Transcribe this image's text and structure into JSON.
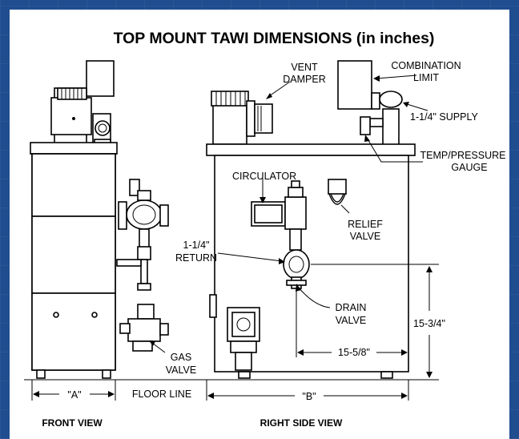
{
  "title": "TOP MOUNT TAWI DIMENSIONS (in inches)",
  "captions": {
    "front": "FRONT VIEW",
    "side": "RIGHT SIDE VIEW"
  },
  "labels": {
    "vent1": "VENT",
    "vent2": "DAMPER",
    "comb1": "COMBINATION",
    "comb2": "LIMIT",
    "supply": "1-1/4\" SUPPLY",
    "temp1": "TEMP/PRESSURE",
    "temp2": "GAUGE",
    "circulator": "CIRCULATOR",
    "relief1": "RELIEF",
    "relief2": "VALVE",
    "return1": "1-1/4\"",
    "return2": "RETURN",
    "drain1": "DRAIN",
    "drain2": "VALVE",
    "gas1": "GAS",
    "gas2": "VALVE",
    "floor": "FLOOR LINE"
  },
  "dimensions": {
    "a": "\"A\"",
    "b": "\"B\"",
    "height": "15-3/4\"",
    "depth": "15-5/8\""
  }
}
